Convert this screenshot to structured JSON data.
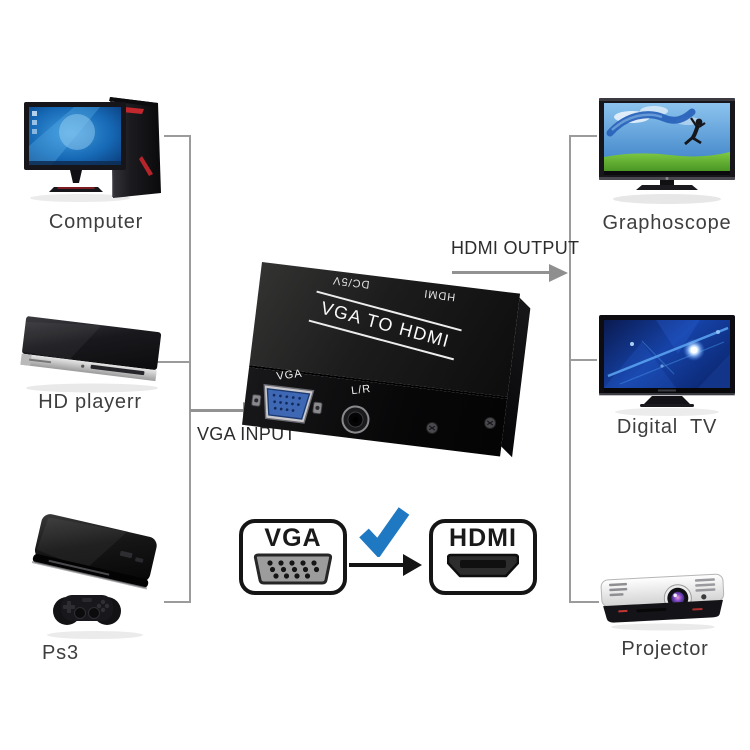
{
  "diagram": {
    "sources": [
      {
        "id": "computer",
        "label": "Computer"
      },
      {
        "id": "hd-player",
        "label": "HD playerr"
      },
      {
        "id": "ps3",
        "label": "Ps3"
      }
    ],
    "outputs": [
      {
        "id": "graphoscope",
        "label": "Graphoscope"
      },
      {
        "id": "digital-tv",
        "label": "Digital TV"
      },
      {
        "id": "projector",
        "label": "Projector"
      }
    ],
    "converter": {
      "title": "VGA TO HDMI",
      "top_labels": {
        "power": "DC/5V",
        "hdmi": "HDMI"
      },
      "front_labels": {
        "vga": "VGA",
        "audio": "L/R"
      }
    },
    "annotations": {
      "input": "VGA INPUT",
      "output": "HDMI OUTPUT"
    },
    "comparison": {
      "from": "VGA",
      "to": "HDMI"
    },
    "colors": {
      "line": "#9b9b9b",
      "label_text": "#3e3e3e",
      "annotation_text": "#2c2c2c",
      "check_blue": "#1f78c2",
      "arrow_black": "#141414",
      "converter_black": "#111111",
      "vga_port_blue": "#3f68b4"
    }
  }
}
